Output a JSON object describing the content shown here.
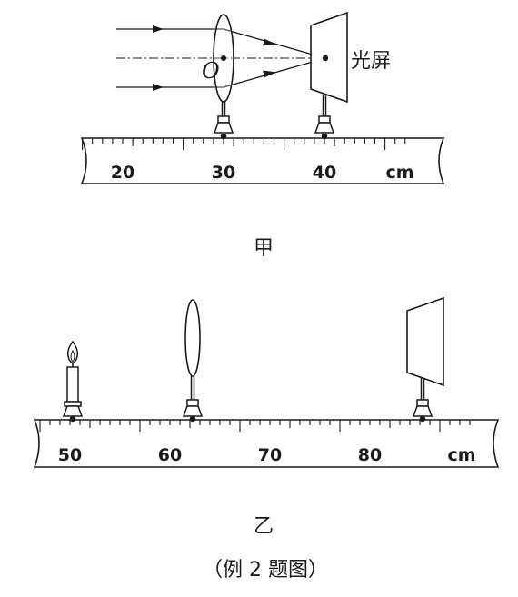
{
  "figure_a": {
    "caption": "甲",
    "screen_label": "光屏",
    "lens_center_label": "O",
    "unit": "cm",
    "ruler_labels": [
      "20",
      "30",
      "40"
    ],
    "lens_position_cm": 30,
    "screen_position_cm": 40
  },
  "figure_b": {
    "caption": "乙",
    "unit": "cm",
    "ruler_labels": [
      "50",
      "60",
      "70",
      "80"
    ],
    "candle_position_cm": 50,
    "lens_position_cm": 62,
    "screen_position_cm": 85
  },
  "figure_caption": "（例 2 题图）"
}
